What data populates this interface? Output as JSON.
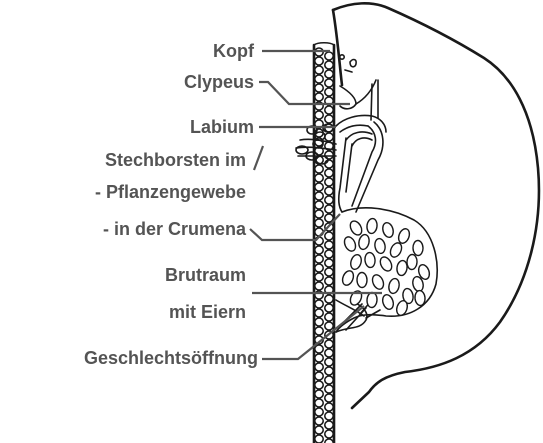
{
  "labels": {
    "kopf": "Kopf",
    "clypeus": "Clypeus",
    "labium": "Labium",
    "stechborsten": "Stechborsten im",
    "pflanzengewebe": "- Pflanzengewebe",
    "crumena": "- in der Crumena",
    "brutraum": "Brutraum",
    "eiern": "mit Eiern",
    "geschlecht": "Geschlechtsöffnung"
  },
  "colors": {
    "label_text": "#545454",
    "line_art": "#1a1a1a",
    "background": "#ffffff"
  }
}
